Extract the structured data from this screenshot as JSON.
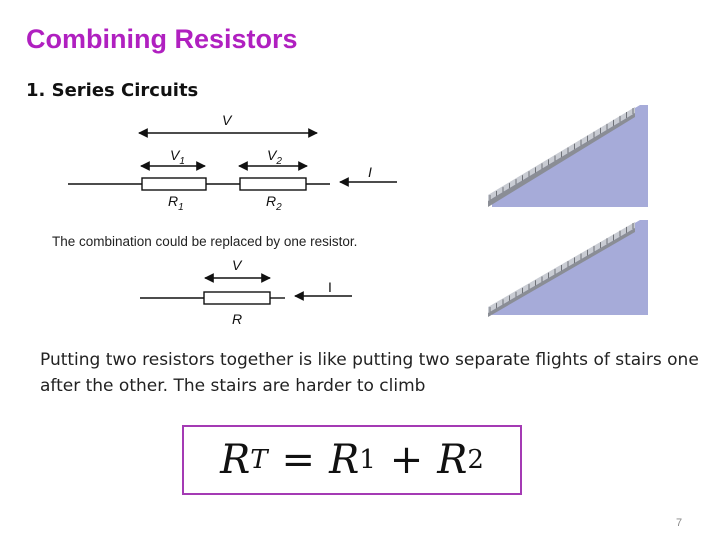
{
  "slide": {
    "title": "Combining Resistors",
    "section": "1. Series Circuits",
    "body": "Putting two resistors together is like putting two separate flights of stairs one after the other. The stairs are harder to climb",
    "page_number": "7"
  },
  "circuit": {
    "top_labels": {
      "v_total": "V",
      "v1": "V",
      "v1_sub": "1",
      "v2": "V",
      "v2_sub": "2",
      "current": "I",
      "r1": "R",
      "r1_sub": "1",
      "r2": "R",
      "r2_sub": "2"
    },
    "caption": "The combination could be replaced by one resistor.",
    "bottom_labels": {
      "v": "V",
      "current": "I",
      "r": "R"
    }
  },
  "formula": {
    "lhs": "R",
    "lhs_sub": "T",
    "equals": "=",
    "term1": "R",
    "term1_sub": "1",
    "plus": "+",
    "term2": "R",
    "term2_sub": "2"
  },
  "colors": {
    "title": "#b020c0",
    "formula_border": "#a43ab4",
    "stairs_wall": "#a6abd9",
    "stairs_steps": "#8a8d95"
  }
}
